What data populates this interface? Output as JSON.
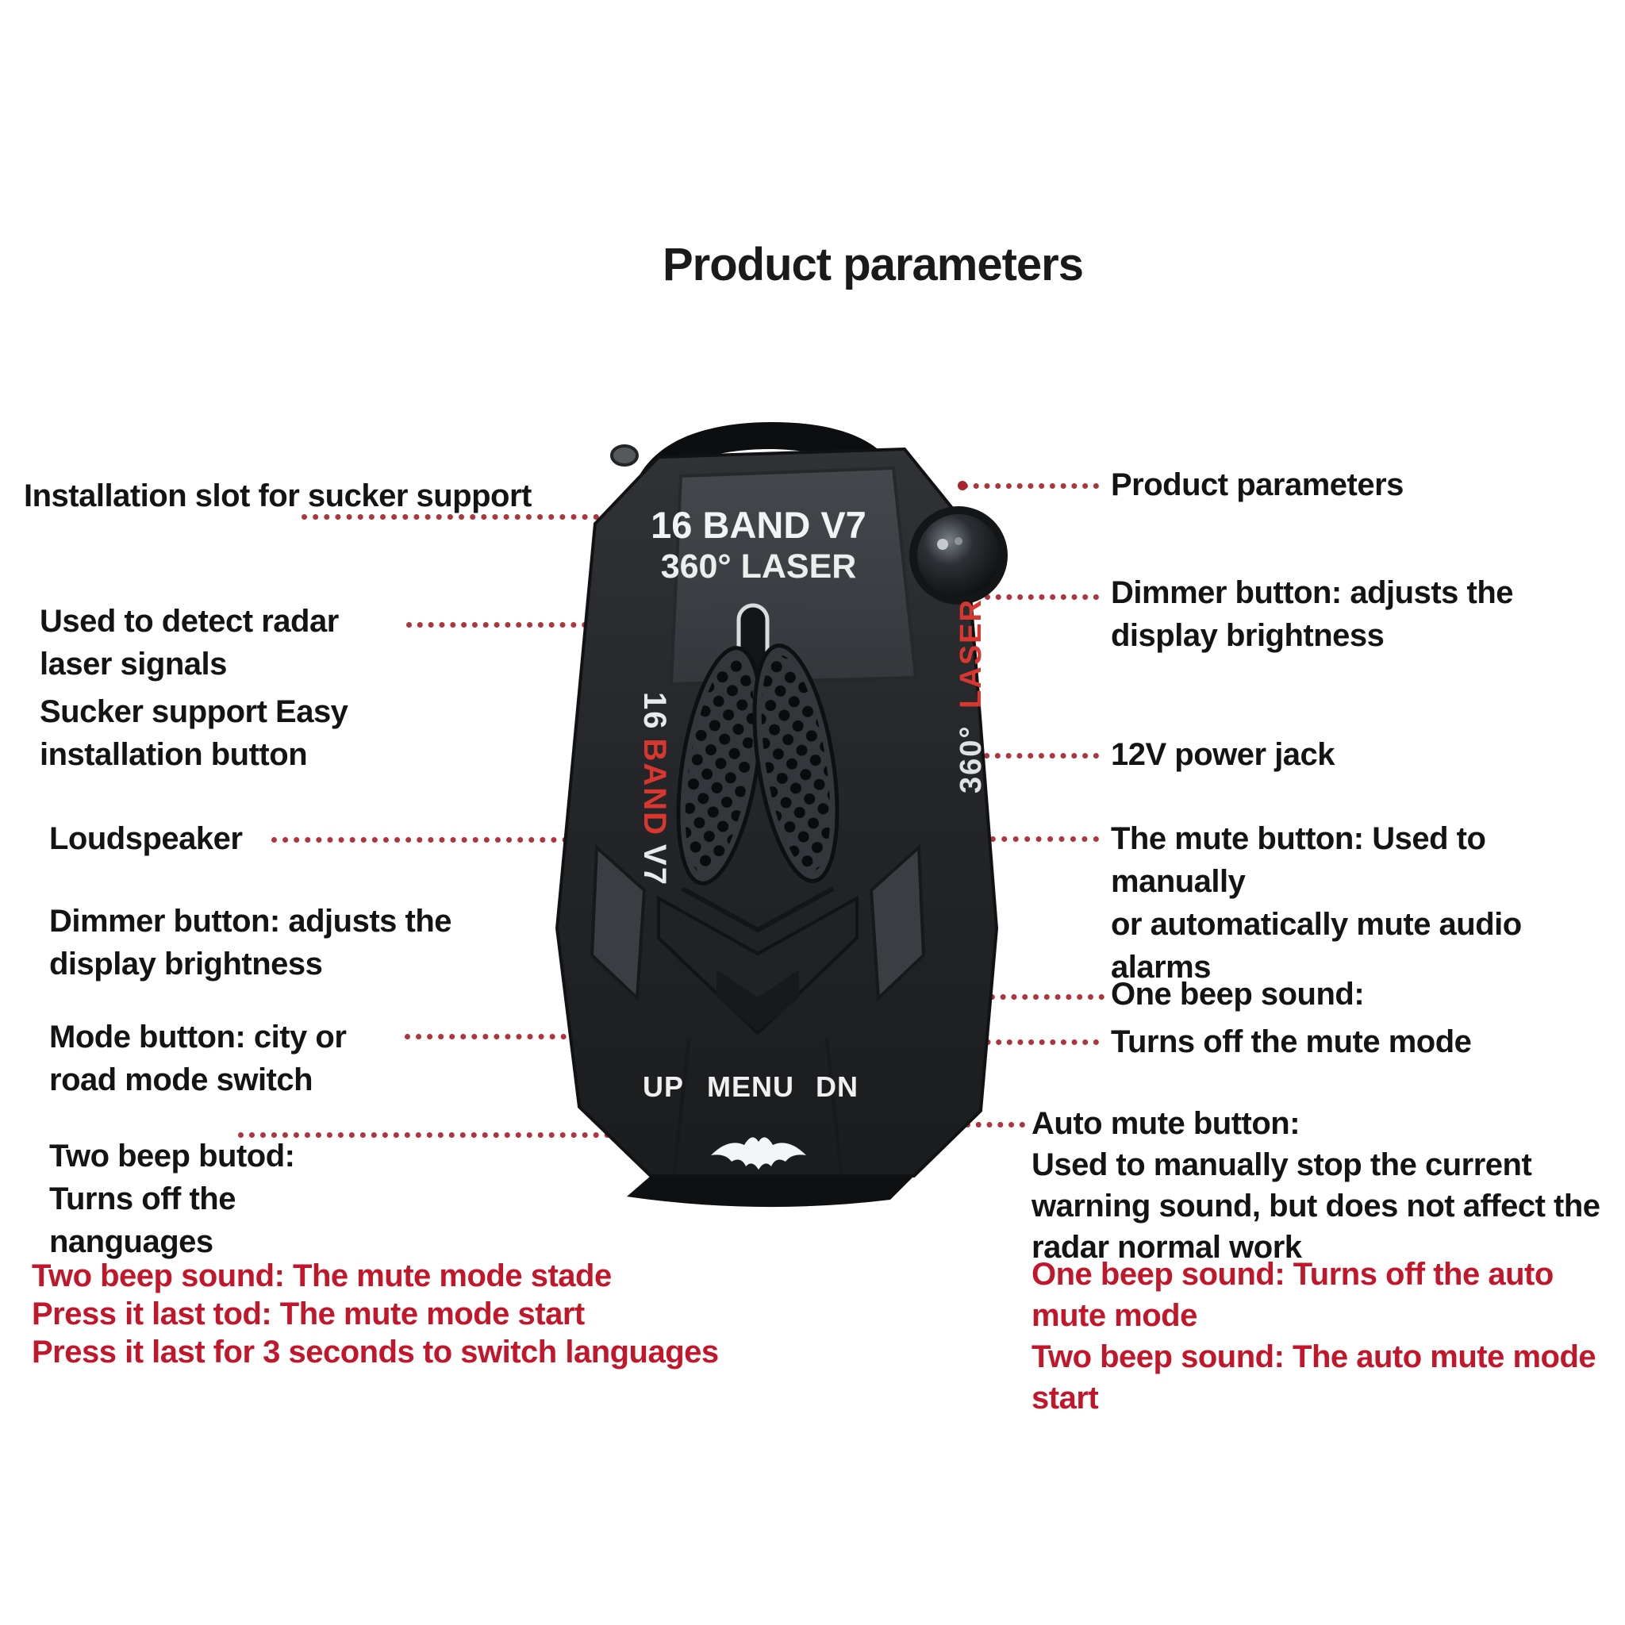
{
  "title": "Product parameters",
  "device": {
    "face_line1": "16 BAND V7",
    "face_line2": "360° LASER",
    "side_left_1": "16",
    "side_left_2": "BAND",
    "side_left_3": "V7",
    "side_right_1": "360°",
    "side_right_2": " LASER",
    "btn_up": "UP",
    "btn_menu": "MENU",
    "btn_dn": "DN"
  },
  "colors": {
    "leader_red": "#a8232d",
    "annotation_red": "#c2172b",
    "device_accent_red": "#d8372f",
    "device_body": "#26282b"
  },
  "annotations": {
    "left": [
      {
        "text": "Installation slot for sucker support"
      },
      {
        "text": "Used to detect radar\nlaser signals"
      },
      {
        "text": "Sucker support Easy\ninstallation button"
      },
      {
        "text": "Loudspeaker"
      },
      {
        "text": "Dimmer button: adjusts the\ndisplay brightness"
      },
      {
        "text": "Mode button: city or\nroad mode switch"
      },
      {
        "text": "Two beep butod:\nTurns off the\nnanguages"
      },
      {
        "text": "Two beep sound: The mute mode stade\nPress it last tod: The mute mode start\nPress it last for 3 seconds to switch languages"
      }
    ],
    "right": [
      {
        "text": "Product parameters"
      },
      {
        "text": "Dimmer button: adjusts the\ndisplay brightness"
      },
      {
        "text": "12V power jack"
      },
      {
        "text": "The mute button: Used to manually\nor automatically mute audio\nalarms"
      },
      {
        "text": "One beep sound:"
      },
      {
        "text": "Turns off the mute mode"
      },
      {
        "text": "Auto mute button:\nUsed to manually stop the current\nwarning sound, but does not affect the\nradar normal work"
      },
      {
        "text": "One beep sound: Turns off the auto\nmute mode\nTwo beep sound: The auto mute mode\nstart"
      }
    ]
  }
}
